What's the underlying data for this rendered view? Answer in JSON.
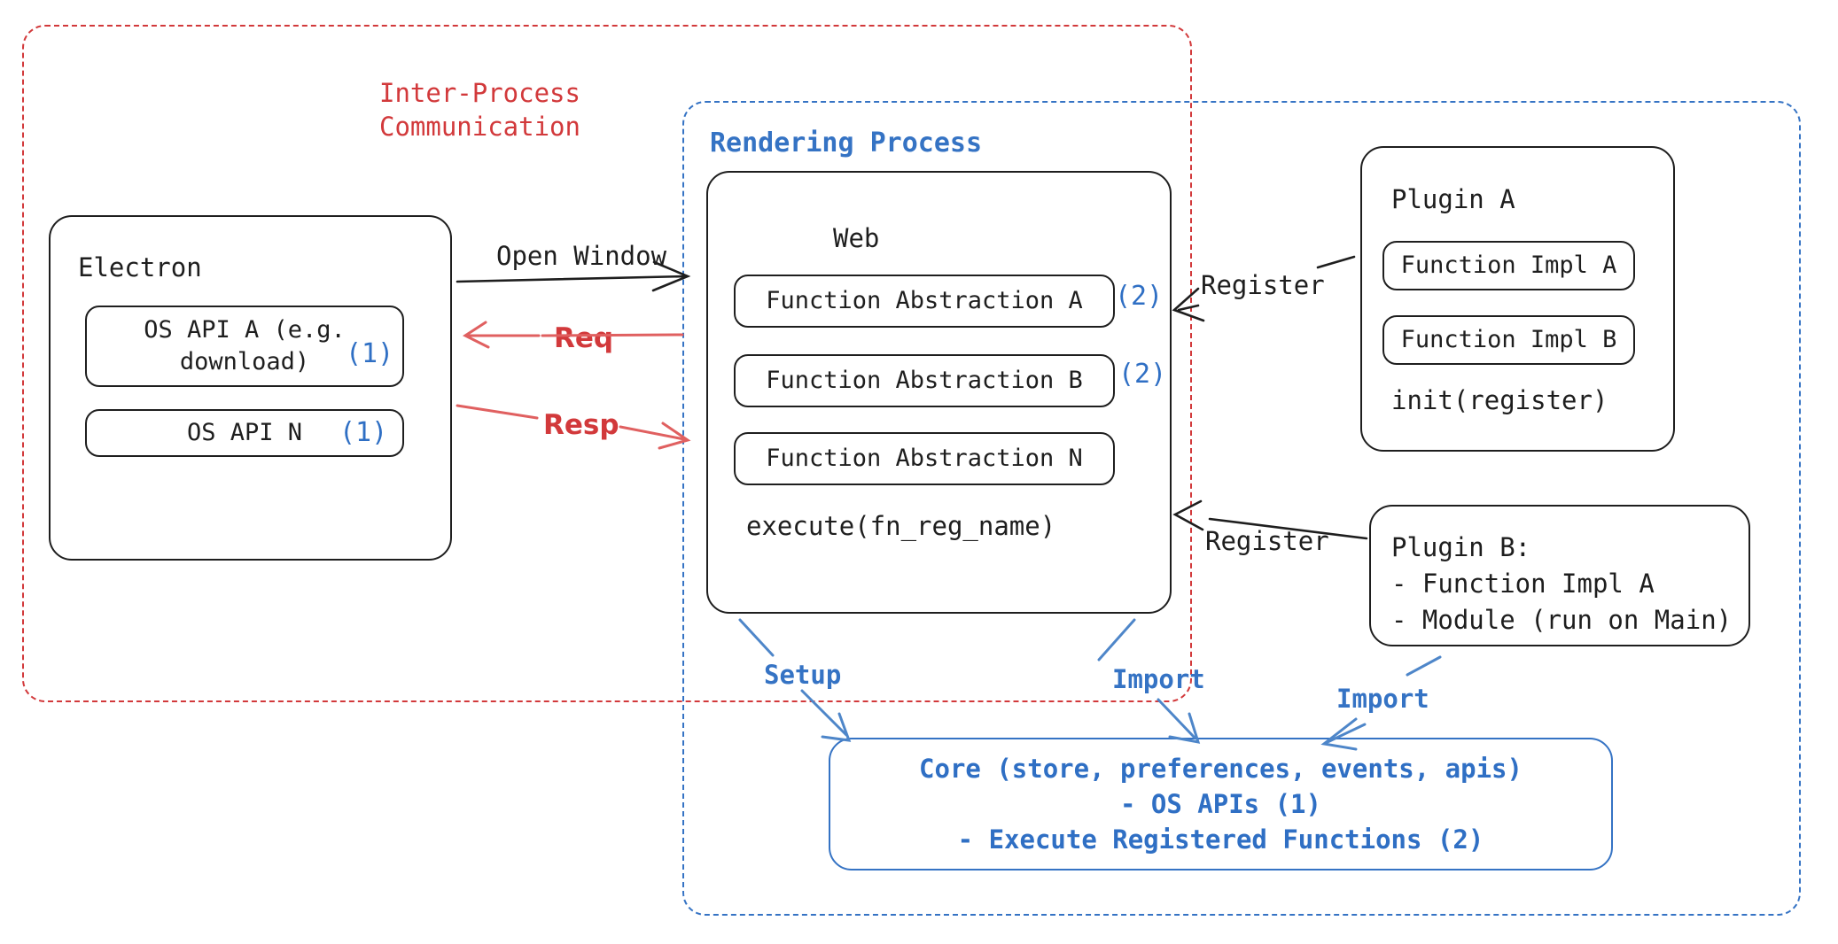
{
  "diagram": {
    "title_hidden": "",
    "frames": {
      "ipc": {
        "label": "Inter-Process\nCommunication",
        "color": "#d2393b",
        "style": "dashed"
      },
      "rendering": {
        "label": "Rendering Process",
        "color": "#3573c4",
        "style": "dashed"
      }
    },
    "electron": {
      "title": "Electron",
      "items": [
        {
          "label": "OS API A (e.g.\ndownload)",
          "note": "(1)"
        },
        {
          "label": "OS API N",
          "note": "(1)"
        }
      ]
    },
    "web": {
      "title": "Web",
      "items": [
        {
          "label": "Function Abstraction A",
          "note": "(2)"
        },
        {
          "label": "Function Abstraction B",
          "note": "(2)"
        },
        {
          "label": "Function Abstraction N",
          "note": ""
        }
      ],
      "method": "execute(fn_reg_name)"
    },
    "plugin_a": {
      "title": "Plugin A",
      "items": [
        {
          "label": "Function Impl A"
        },
        {
          "label": "Function Impl B"
        }
      ],
      "method": "init(register)"
    },
    "plugin_b": {
      "text": "Plugin B:\n- Function Impl A\n- Module (run on Main)"
    },
    "core": {
      "text": "Core (store, preferences, events, apis)\n- OS APIs (1)\n- Execute Registered Functions (2)",
      "color": "#2f6fc4"
    },
    "arrows": [
      {
        "id": "open-window",
        "label": "Open Window",
        "color": "#1e1e1e",
        "direction": "right"
      },
      {
        "id": "req",
        "label": "Req",
        "color": "#d2393b",
        "direction": "left"
      },
      {
        "id": "resp",
        "label": "Resp",
        "color": "#d2393b",
        "direction": "right"
      },
      {
        "id": "register-a",
        "label": "Register",
        "color": "#1e1e1e",
        "direction": "left"
      },
      {
        "id": "register-b",
        "label": "Register",
        "color": "#1e1e1e",
        "direction": "left"
      },
      {
        "id": "setup",
        "label": "Setup",
        "color": "#3573c4",
        "direction": "down"
      },
      {
        "id": "import-web",
        "label": "Import",
        "color": "#3573c4",
        "direction": "down"
      },
      {
        "id": "import-plugin-b",
        "label": "Import",
        "color": "#3573c4",
        "direction": "down-left"
      }
    ],
    "colors": {
      "ink": "#1e1e1e",
      "red": "#d2393b",
      "blue": "#3573c4",
      "blue_text": "#2f6fc4",
      "background": "#ffffff"
    }
  }
}
